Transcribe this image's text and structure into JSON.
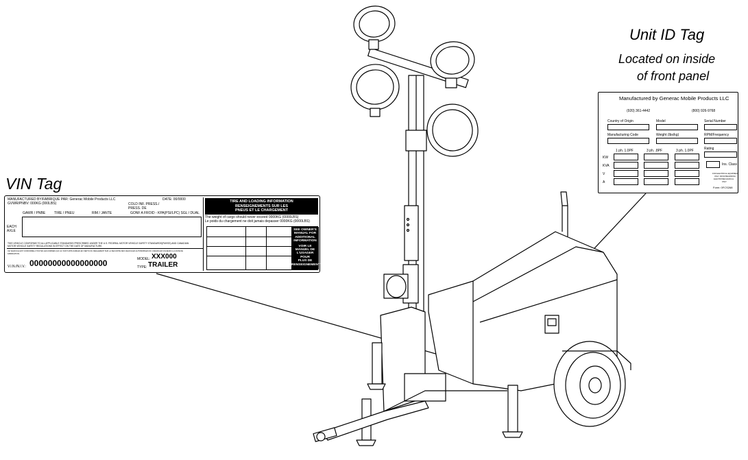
{
  "vin_label": {
    "title": "VIN Tag"
  },
  "unit_label": {
    "title": "Unit ID Tag",
    "subtitle_line1": "Located on inside",
    "subtitle_line2": "of front panel"
  },
  "vin_tag": {
    "manufactured": "MANUFACTURED BY/FABRIQUE PAR:  Generac Mobile Products  LLC",
    "date": "DATE:   00/0000",
    "gvwr": "GVWR/PNBV:   000KG (000LBS)",
    "cold_press_1": "COLD INF. PRESS./",
    "cold_press_2": "PRESS. DE",
    "col_gawr": "GAWR / PNBE",
    "col_tire": "TIRE / PNEU",
    "col_rim": "RIM / JANTE",
    "col_gonf": "GONF A FROID - KPA(PSI/LPC) SGL / DUAL",
    "each": "EACH",
    "axle": "AXLE",
    "conform_en": "THIS VEHICLE CONFORMS TO ALL APPLICABLE STANDARDS PRESCRIBED UNDER THE U.S. FEDERAL MOTOR VEHICLE SAFETY STANDARDS(FMVSS) AND CANADIAN",
    "conform_en2": "MOTOR VEHICLE SAFETY REGULATIONS IN EFFECT ON THE DATE OF MANUFACTURE.",
    "conform_fr": "CE VEHICULE EST CONFORME A TOUTES LES NORMES QUI LUI SONT APPLICABLES EN VERTU DU REGLEMENT SUR LA SECURITE DES VEHICULES AUTOMOBILES DU CANADA EN VIGUEUR A LA DATE DE",
    "conform_fr2": "FABRICATION.",
    "model_label": "MODEL:",
    "model_value": "XXX000",
    "vin_label": "V.I.N./N.I.V.:",
    "vin_value": "00000000000000000",
    "type_label": "TYPE:",
    "type_value": "TRAILER",
    "tire_info_1": "TIRE AND LOADING INFORMATION",
    "tire_info_2": "RENSEIGNEMENTS SUR LES",
    "tire_info_3": "PNEUS ET LE CHARGEMENT",
    "cargo_en": "The weight of cargo should never exceed 0000KG (0000LBS)",
    "cargo_fr": "Le poids du chargement ne doit jamais depasser 0000KG (0000LBS)",
    "side_1": "SEE OWNER'S",
    "side_2": "MANUAL FOR",
    "side_3": "ADDITIONAL",
    "side_4": "INFORMATION",
    "side_5": "VOIR LE",
    "side_6": "MANUEL DE",
    "side_7": "L'USAGER",
    "side_8": "POUR",
    "side_9": "PLUS DE",
    "side_10": "RENSEIGNEMENTS"
  },
  "unit_tag": {
    "manufactured": "Manufactured by Generac Mobile Products LLC",
    "phone1": "(920) 361-4442",
    "phone2": "(800) 926-9768",
    "country": "Country of Origin",
    "model": "Model",
    "serial": "Serial Number",
    "mfg_code": "Manufacturing Code",
    "weight": "Weight (lbs/kg)",
    "rpm": "RPM/Frequency",
    "rating": "Rating",
    "ph1": "1 ph. 1.0PF",
    "ph3a": "3 ph. .8PF",
    "ph3b": "3 ph. 1.0PF",
    "kw": "KW",
    "kva": "KVA",
    "v": "V",
    "a": "A",
    "ins_class": "Ins. Class",
    "small_1": "FOR ELECTRICAL EQUIPMENT",
    "small_2": "ONLY. FROM BEGINNING",
    "small_3": "ELECTROMECHANICAL",
    "small_4": "ONLY",
    "form": "Form: 0FCS268"
  },
  "colors": {
    "line": "#000000",
    "background": "#ffffff",
    "tag_black": "#000000"
  }
}
